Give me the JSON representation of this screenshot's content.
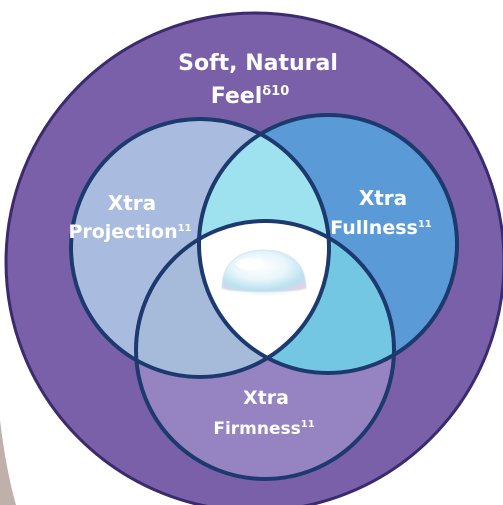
{
  "diagram": {
    "outer_label": {
      "line1": "Soft, Natural",
      "line2_main": "Feel",
      "line2_sup": "δ10"
    },
    "circle_left": {
      "line1": "Xtra",
      "line2_main": "Projection",
      "line2_sup": "11"
    },
    "circle_right": {
      "line1": "Xtra",
      "line2_main": "Fullness",
      "line2_sup": "11"
    },
    "circle_bottom": {
      "line1": "Xtra",
      "line2_main": "Firmness",
      "line2_sup": "11"
    },
    "colors": {
      "outer_fill": "#7a60a8",
      "outer_stroke": "#3a2a6e",
      "left_fill": "#a9bcdf",
      "right_fill": "#5a9bd7",
      "bottom_fill": "#9683c1",
      "left_right_overlap": "#9fe2ef",
      "right_bottom_overlap": "#74c7e2",
      "left_bottom_overlap": "#a6bada",
      "center_fill": "#ffffff",
      "circle_stroke": "#1d3a6e"
    },
    "center_icon": "implant-icon"
  }
}
